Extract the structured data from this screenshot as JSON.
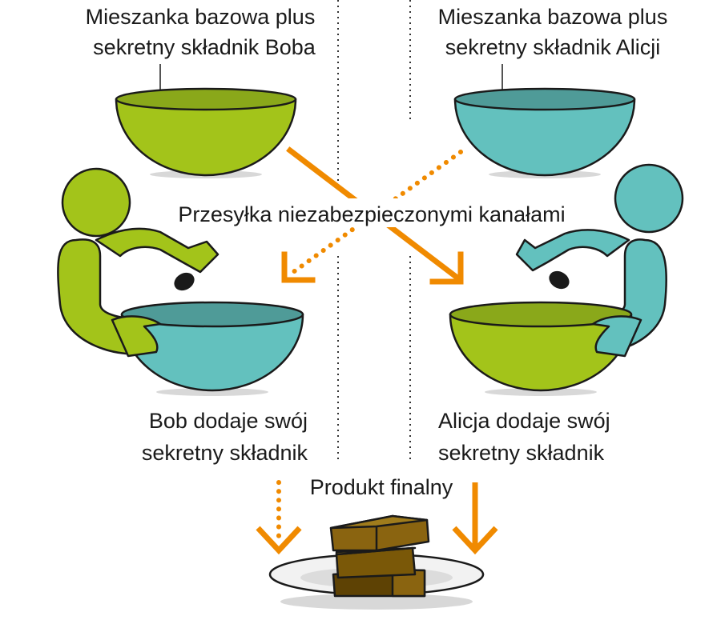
{
  "labels": {
    "bob_base_line1": "Mieszanka bazowa plus",
    "bob_base_line2": "sekretny składnik Boba",
    "alice_base_line1": "Mieszanka bazowa plus",
    "alice_base_line2": "sekretny składnik Alicji",
    "channel": "Przesyłka niezabezpieczonymi kanałami",
    "bob_adds_line1": "Bob dodaje swój",
    "bob_adds_line2": "sekretny składnik",
    "alice_adds_line1": "Alicja dodaje swój",
    "alice_adds_line2": "sekretny składnik",
    "final": "Produkt finalny"
  },
  "colors": {
    "bob": "#a3c41a",
    "alice": "#63c1be",
    "arrow": "#f08a00",
    "product": "#8a6410"
  }
}
